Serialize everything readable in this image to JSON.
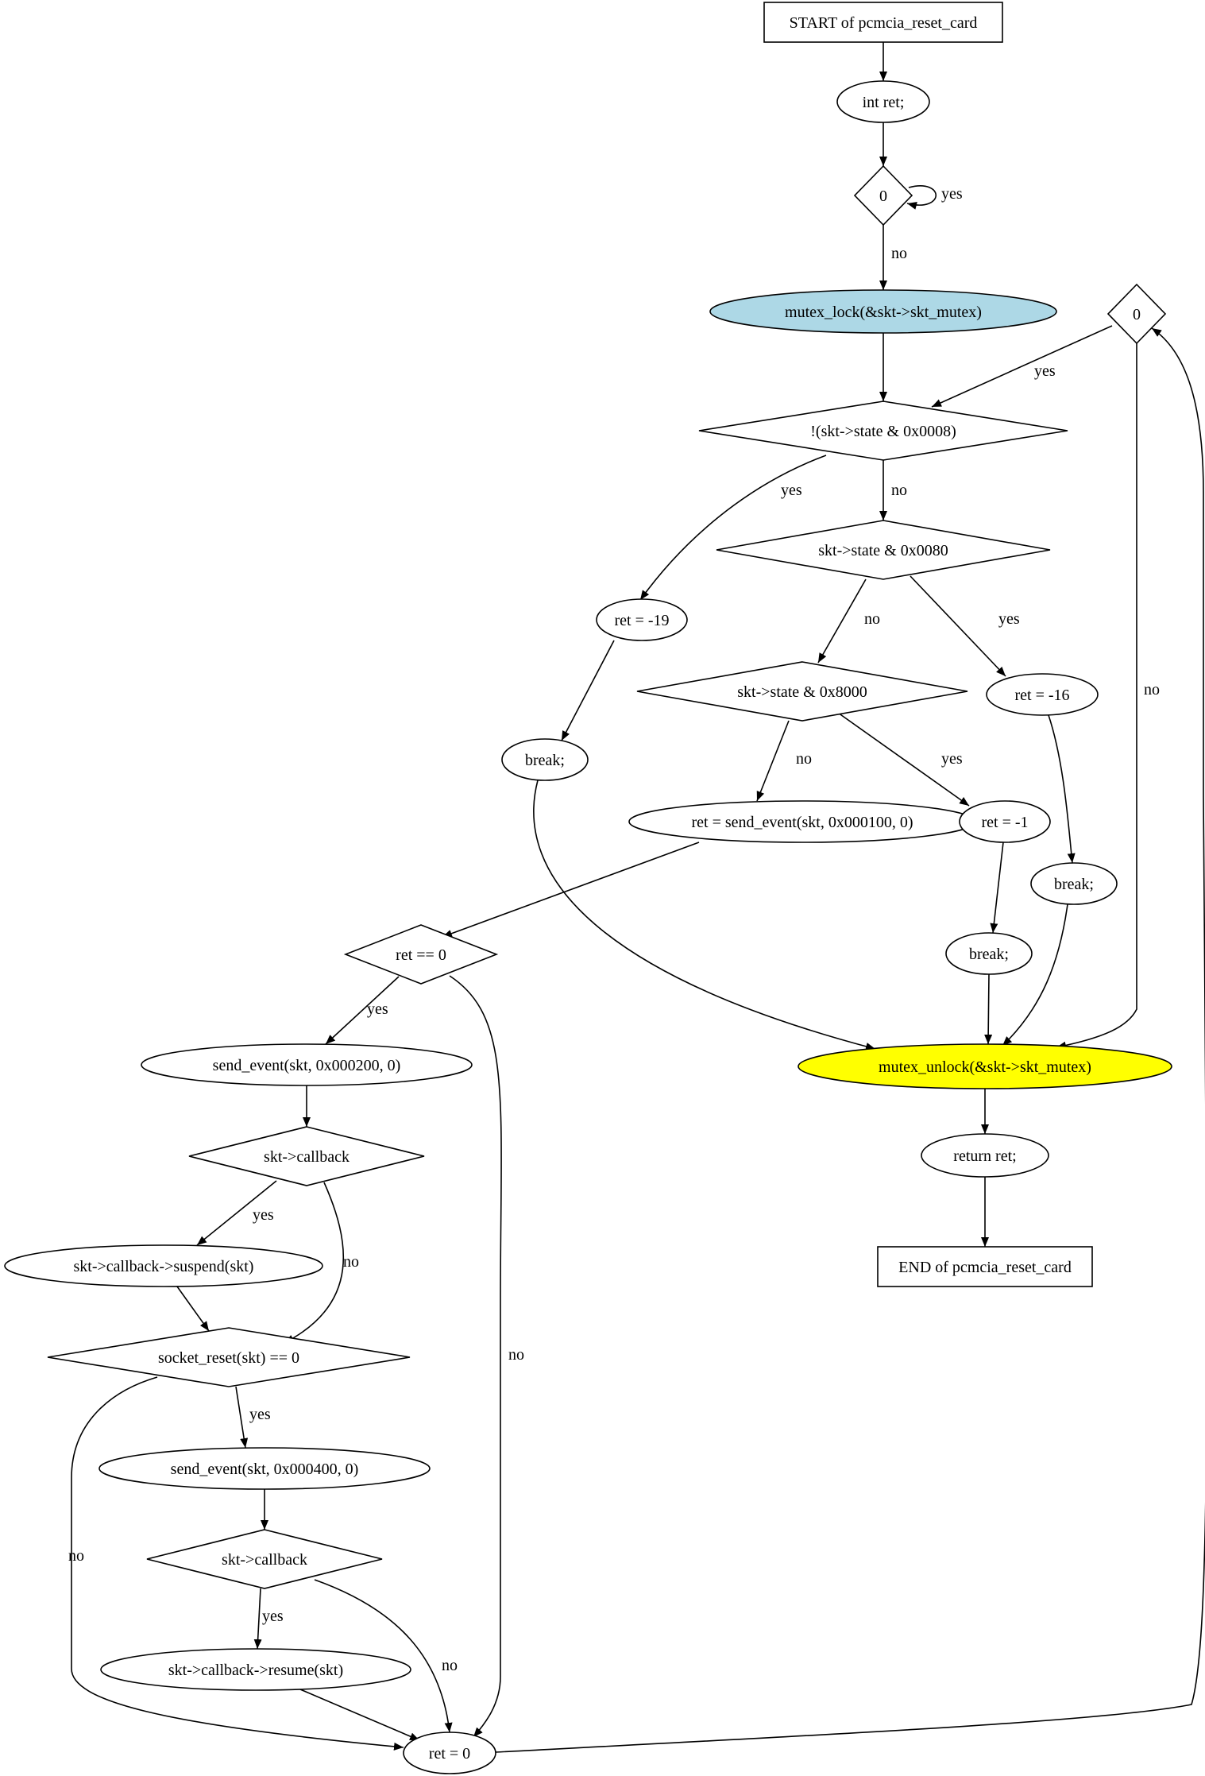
{
  "diagram": {
    "nodes": {
      "start": {
        "label": "START of pcmcia_reset_card",
        "shape": "box"
      },
      "int_ret": {
        "label": "int ret;",
        "shape": "ellipse"
      },
      "cond_loop_top": {
        "label": "0",
        "shape": "diamond"
      },
      "mutex_lock": {
        "label": "mutex_lock(&skt->skt_mutex)",
        "shape": "ellipse",
        "fill": "#add8e6"
      },
      "cond_loop_right": {
        "label": "0",
        "shape": "diamond"
      },
      "cond_state_0008": {
        "label": "!(skt->state & 0x0008)",
        "shape": "diamond"
      },
      "cond_state_0080": {
        "label": "skt->state & 0x0080",
        "shape": "diamond"
      },
      "ret_19": {
        "label": "ret = -19",
        "shape": "ellipse"
      },
      "break_a": {
        "label": "break;",
        "shape": "ellipse"
      },
      "cond_state_8000": {
        "label": "skt->state & 0x8000",
        "shape": "diamond"
      },
      "ret_16": {
        "label": "ret = -16",
        "shape": "ellipse"
      },
      "send_event_100": {
        "label": "ret = send_event(skt, 0x000100, 0)",
        "shape": "ellipse"
      },
      "ret_1": {
        "label": "ret = -1",
        "shape": "ellipse"
      },
      "break_b": {
        "label": "break;",
        "shape": "ellipse"
      },
      "break_c": {
        "label": "break;",
        "shape": "ellipse"
      },
      "cond_ret_eq_0": {
        "label": "ret == 0",
        "shape": "diamond"
      },
      "send_event_200": {
        "label": "send_event(skt, 0x000200, 0)",
        "shape": "ellipse"
      },
      "mutex_unlock": {
        "label": "mutex_unlock(&skt->skt_mutex)",
        "shape": "ellipse",
        "fill": "#ffff00"
      },
      "cond_callback_1": {
        "label": "skt->callback",
        "shape": "diamond"
      },
      "return_ret": {
        "label": "return ret;",
        "shape": "ellipse"
      },
      "suspend": {
        "label": "skt->callback->suspend(skt)",
        "shape": "ellipse"
      },
      "end": {
        "label": "END of pcmcia_reset_card",
        "shape": "box"
      },
      "cond_socket_reset": {
        "label": "socket_reset(skt) == 0",
        "shape": "diamond"
      },
      "send_event_400": {
        "label": "send_event(skt, 0x000400, 0)",
        "shape": "ellipse"
      },
      "cond_callback_2": {
        "label": "skt->callback",
        "shape": "diamond"
      },
      "resume": {
        "label": "skt->callback->resume(skt)",
        "shape": "ellipse"
      },
      "ret_0": {
        "label": "ret = 0",
        "shape": "ellipse"
      }
    },
    "edges": [
      {
        "from": "start",
        "to": "int_ret",
        "label": ""
      },
      {
        "from": "int_ret",
        "to": "cond_loop_top",
        "label": ""
      },
      {
        "from": "cond_loop_top",
        "to": "cond_loop_top",
        "label": "yes"
      },
      {
        "from": "cond_loop_top",
        "to": "mutex_lock",
        "label": "no"
      },
      {
        "from": "mutex_lock",
        "to": "cond_state_0008",
        "label": ""
      },
      {
        "from": "cond_loop_right",
        "to": "cond_state_0008",
        "label": "yes"
      },
      {
        "from": "cond_loop_right",
        "to": "mutex_unlock",
        "label": "no"
      },
      {
        "from": "cond_state_0008",
        "to": "ret_19",
        "label": "yes"
      },
      {
        "from": "cond_state_0008",
        "to": "cond_state_0080",
        "label": "no"
      },
      {
        "from": "ret_19",
        "to": "break_a",
        "label": ""
      },
      {
        "from": "cond_state_0080",
        "to": "cond_state_8000",
        "label": "no"
      },
      {
        "from": "cond_state_0080",
        "to": "ret_16",
        "label": "yes"
      },
      {
        "from": "cond_state_8000",
        "to": "send_event_100",
        "label": "no"
      },
      {
        "from": "cond_state_8000",
        "to": "ret_1",
        "label": "yes"
      },
      {
        "from": "ret_16",
        "to": "break_b",
        "label": ""
      },
      {
        "from": "ret_1",
        "to": "break_c",
        "label": ""
      },
      {
        "from": "break_a",
        "to": "mutex_unlock",
        "label": ""
      },
      {
        "from": "break_c",
        "to": "mutex_unlock",
        "label": ""
      },
      {
        "from": "break_b",
        "to": "mutex_unlock",
        "label": ""
      },
      {
        "from": "send_event_100",
        "to": "cond_ret_eq_0",
        "label": ""
      },
      {
        "from": "cond_ret_eq_0",
        "to": "send_event_200",
        "label": "yes"
      },
      {
        "from": "cond_ret_eq_0",
        "to": "ret_0",
        "label": "no"
      },
      {
        "from": "mutex_unlock",
        "to": "return_ret",
        "label": ""
      },
      {
        "from": "return_ret",
        "to": "end",
        "label": ""
      },
      {
        "from": "send_event_200",
        "to": "cond_callback_1",
        "label": ""
      },
      {
        "from": "cond_callback_1",
        "to": "suspend",
        "label": "yes"
      },
      {
        "from": "cond_callback_1",
        "to": "cond_socket_reset",
        "label": "no"
      },
      {
        "from": "suspend",
        "to": "cond_socket_reset",
        "label": ""
      },
      {
        "from": "cond_socket_reset",
        "to": "send_event_400",
        "label": "yes"
      },
      {
        "from": "cond_socket_reset",
        "to": "ret_0",
        "label": "no"
      },
      {
        "from": "send_event_400",
        "to": "cond_callback_2",
        "label": ""
      },
      {
        "from": "cond_callback_2",
        "to": "resume",
        "label": "yes"
      },
      {
        "from": "cond_callback_2",
        "to": "ret_0",
        "label": "no"
      },
      {
        "from": "resume",
        "to": "ret_0",
        "label": ""
      },
      {
        "from": "ret_0",
        "to": "cond_loop_right",
        "label": ""
      }
    ]
  }
}
